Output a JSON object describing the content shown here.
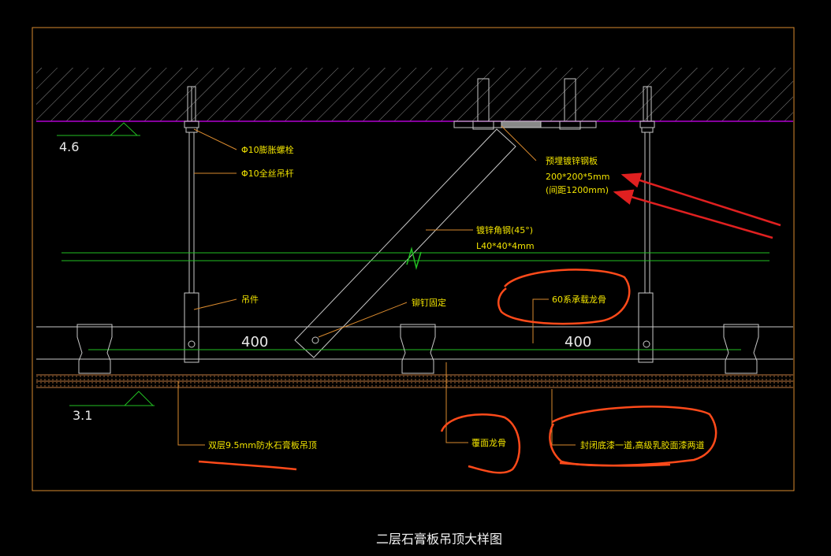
{
  "title": "二层石膏板吊顶大样图",
  "levels": {
    "upper": "4.6",
    "lower": "3.1"
  },
  "dimensions": {
    "left_span": "400",
    "right_span": "400"
  },
  "labels": {
    "expansion_bolt": "Φ10膨胀螺栓",
    "threaded_rod": "Φ10全丝吊杆",
    "embedded_plate": "预埋镀锌钢板",
    "plate_size": "200*200*5mm",
    "plate_spacing": "(间距1200mm)",
    "angle_steel": "镀锌角钢(45°)",
    "angle_size": "L40*40*4mm",
    "hanger": "吊件",
    "rivet": "铆钉固定",
    "main_keel": "60系承载龙骨",
    "cover_keel": "覆面龙骨",
    "gypsum_board": "双层9.5mm防水石膏板吊顶",
    "finish": "封闭底漆一道,高级乳胶面漆两道"
  },
  "colors": {
    "frame": "#d98a2e",
    "slab_line": "#b000d0",
    "green": "#22c022",
    "rod": "#c8c8c8",
    "text": "#f2e400",
    "annotation": "#ff4a1a",
    "arrow": "#e02020"
  }
}
